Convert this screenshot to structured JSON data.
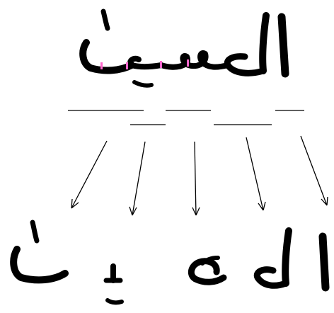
{
  "figure": {
    "word": "الحسين",
    "segments": [
      "الح",
      "س",
      "ي",
      "ن"
    ],
    "colors": {
      "ink": "#000000",
      "boundary_marks": "#ff66cc",
      "background": "#ffffff"
    }
  }
}
